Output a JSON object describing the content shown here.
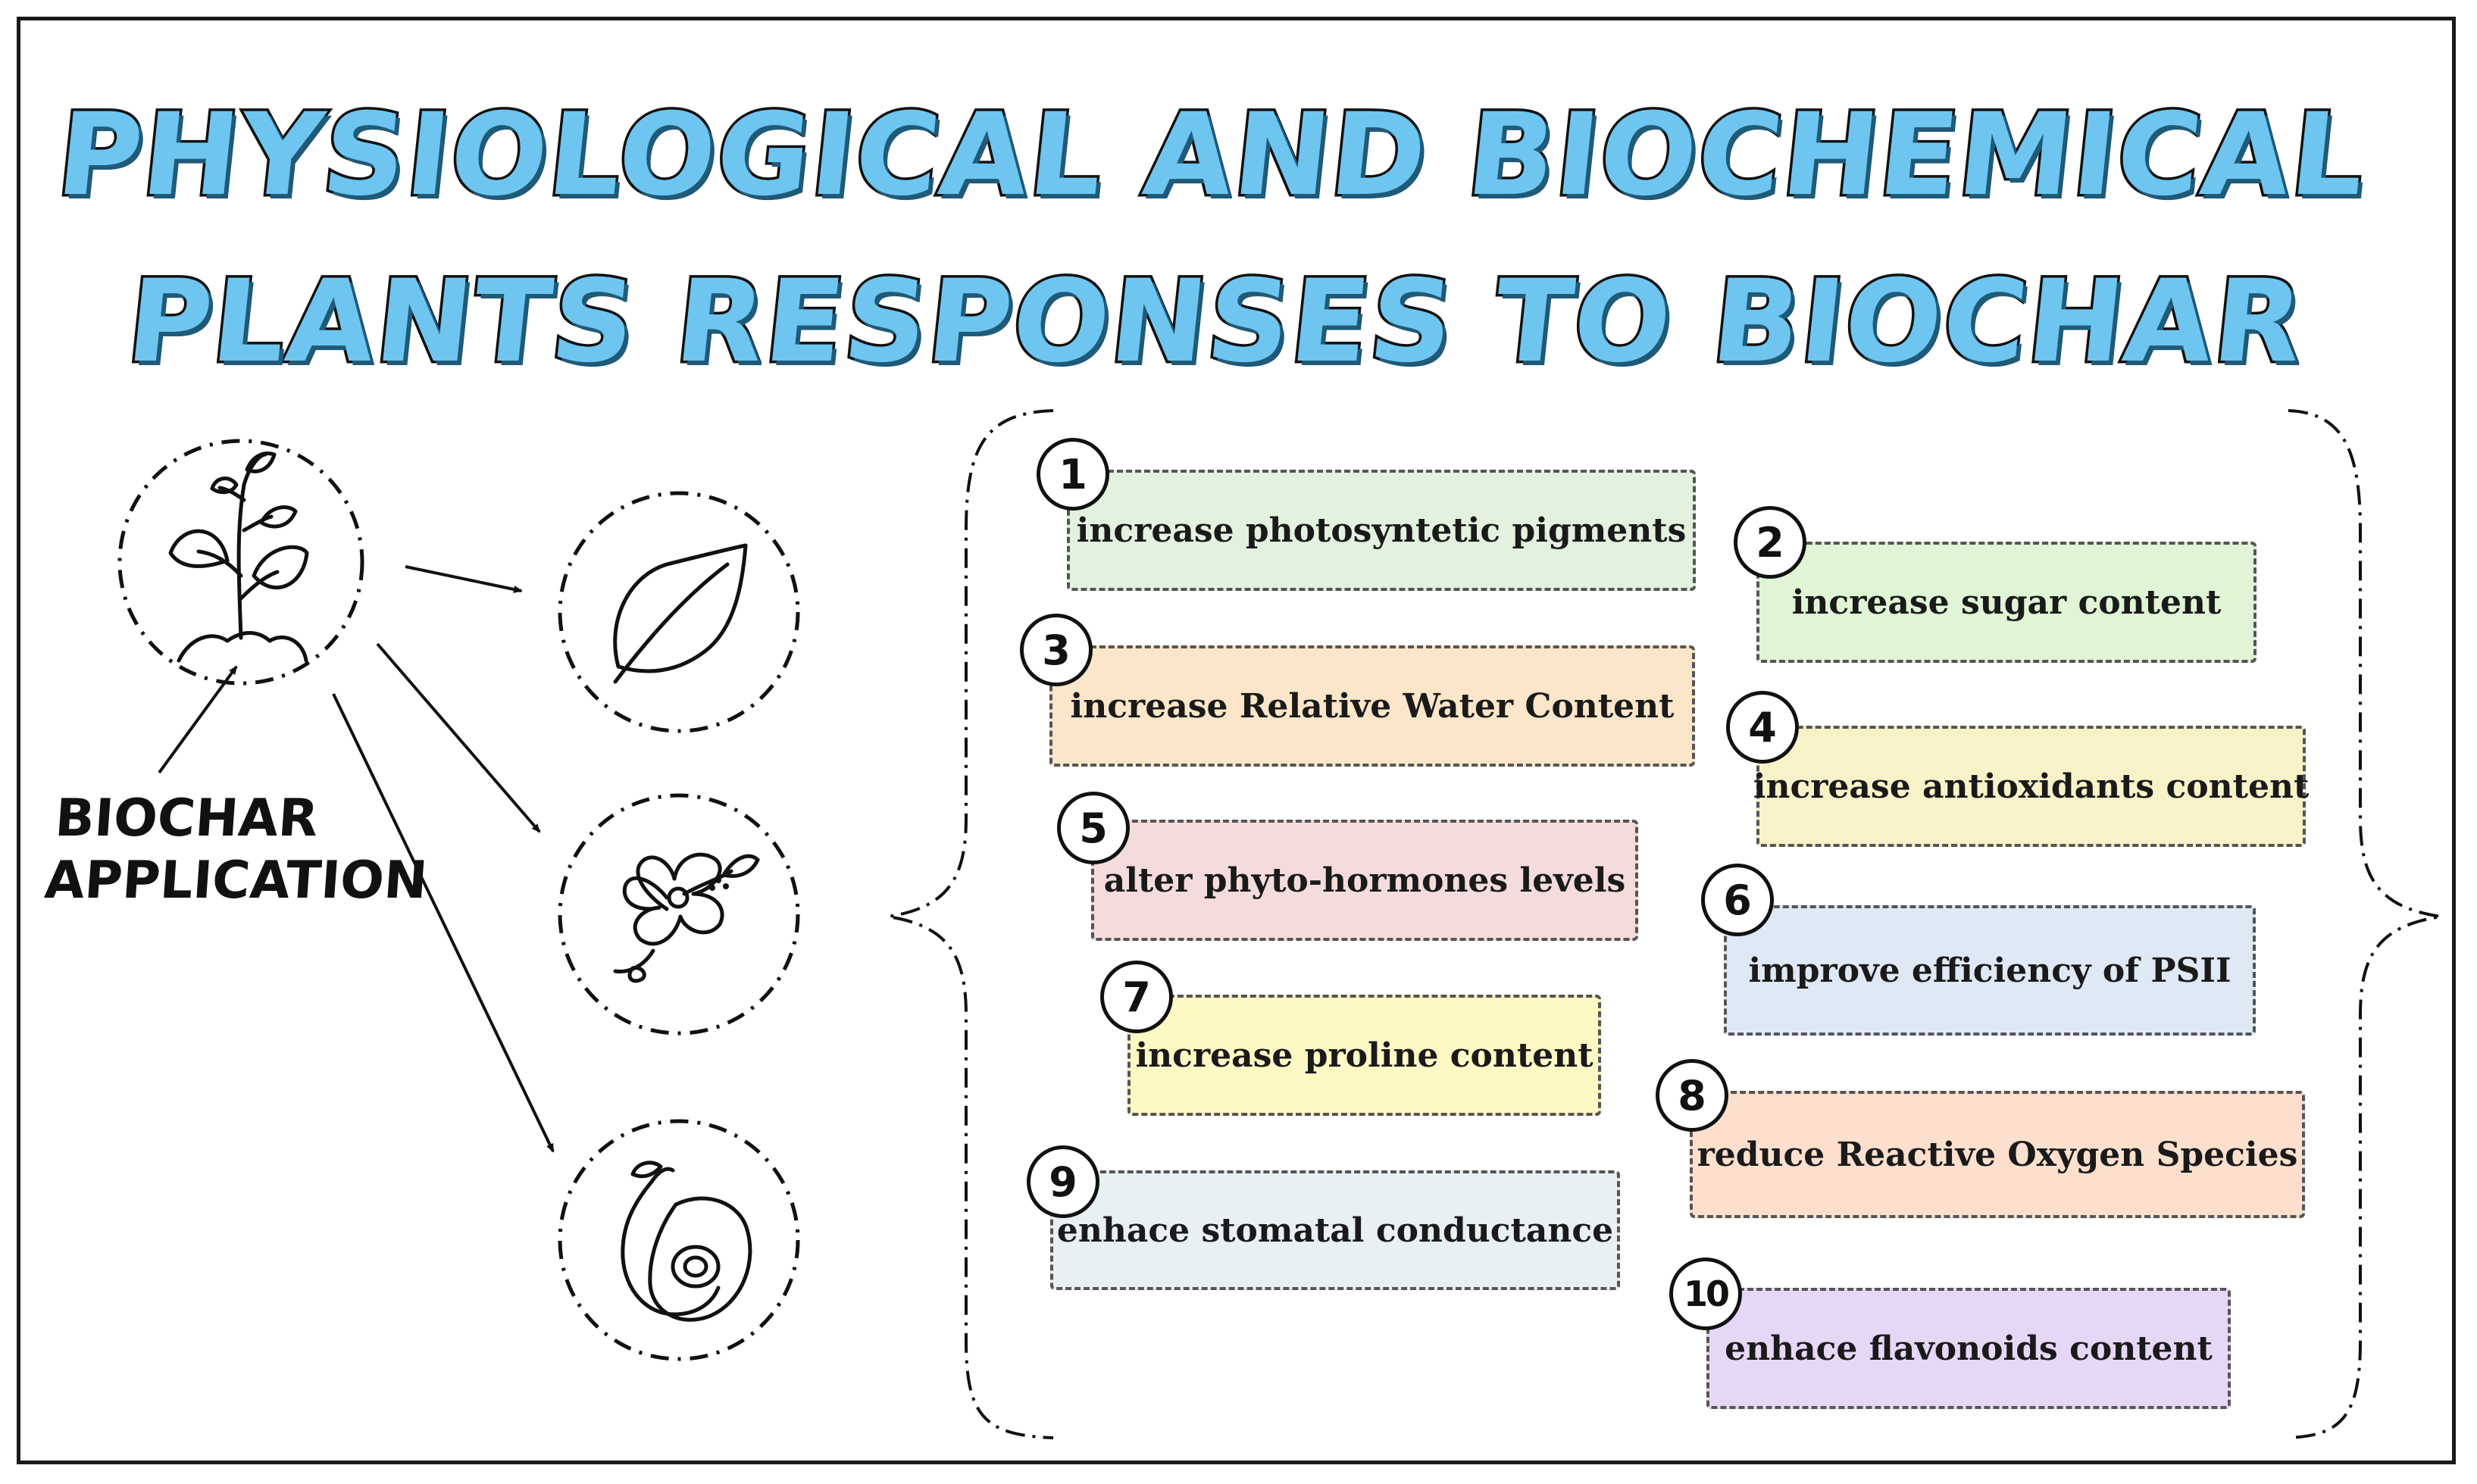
{
  "title": {
    "line1": "PHYSIOLOGICAL AND BIOCHEMICAL",
    "line2": "PLANTS RESPONSES TO BIOCHAR"
  },
  "biochar_label": {
    "line1": "BIOCHAR",
    "line2": "APPLICATION"
  },
  "icons": [
    "plant-sprout-icon",
    "leaf-icon",
    "hibiscus-flower-icon",
    "avocado-fruit-icon"
  ],
  "responses": [
    {
      "number": "1",
      "text": "increase photosyntetic pigments",
      "color": "#e3f2df"
    },
    {
      "number": "2",
      "text": "increase sugar content",
      "color": "#dff5d6"
    },
    {
      "number": "3",
      "text": "increase Relative Water Content",
      "color": "#fbe6c9"
    },
    {
      "number": "4",
      "text": "increase antioxidants content",
      "color": "#f7f2c8"
    },
    {
      "number": "5",
      "text": "alter phyto-hormones levels",
      "color": "#f5dcdc"
    },
    {
      "number": "6",
      "text": "improve efficiency of PSII",
      "color": "#dfe9f5"
    },
    {
      "number": "7",
      "text": "increase proline content",
      "color": "#fdf8c4"
    },
    {
      "number": "8",
      "text": "reduce Reactive Oxygen Species",
      "color": "#fce0cd"
    },
    {
      "number": "9",
      "text": "enhace stomatal conductance",
      "color": "#e8f0f3"
    },
    {
      "number": "10",
      "text": "enhace flavonoids content",
      "color": "#e7d7f7"
    }
  ]
}
